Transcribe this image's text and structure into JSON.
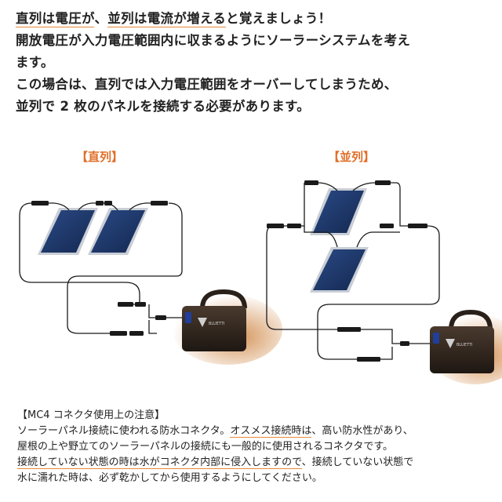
{
  "intro": {
    "line1_part1": "直列は電圧が",
    "line1_part2": "、",
    "line1_part3": "並列は電流が増える",
    "line1_part4": "と覚えましょう！",
    "line2": "開放電圧が入力電圧範囲内に収まるようにソーラーシステムを考え",
    "line3": "ます。",
    "line4": "この場合は、直列では入力電圧範囲をオーバーしてしまうため、",
    "line5": "並列で 2 枚のパネルを接続する必要があります。"
  },
  "diagram": {
    "series_label": "【直列】",
    "parallel_label": "【並列】",
    "brand": "BLUETTI",
    "colors": {
      "panel": "#1f3566",
      "panel_frame": "#c9ced6",
      "cable": "#1a1a1a",
      "station_body": "#3a2c22",
      "accent": "#e0702a"
    }
  },
  "notes": {
    "header": "【MC4 コネクタ使用上の注意】",
    "line1_part1": "ソーラーパネル接続に使われる防水コネクタ。",
    "line1_part2": "オスメス接続時は",
    "line1_part3": "、高い防水性があり、",
    "line2": "屋根の上や野立てのソーラーパネルの接続にも一般的に使用されるコネクタです。",
    "line3_part1": "接続していない状態の時は水がコネクタ内部に侵入しますので",
    "line3_part2": "、接続していない状態で",
    "line4": "水に濡れた時は、必ず乾かしてから使用するようにしてください。"
  }
}
